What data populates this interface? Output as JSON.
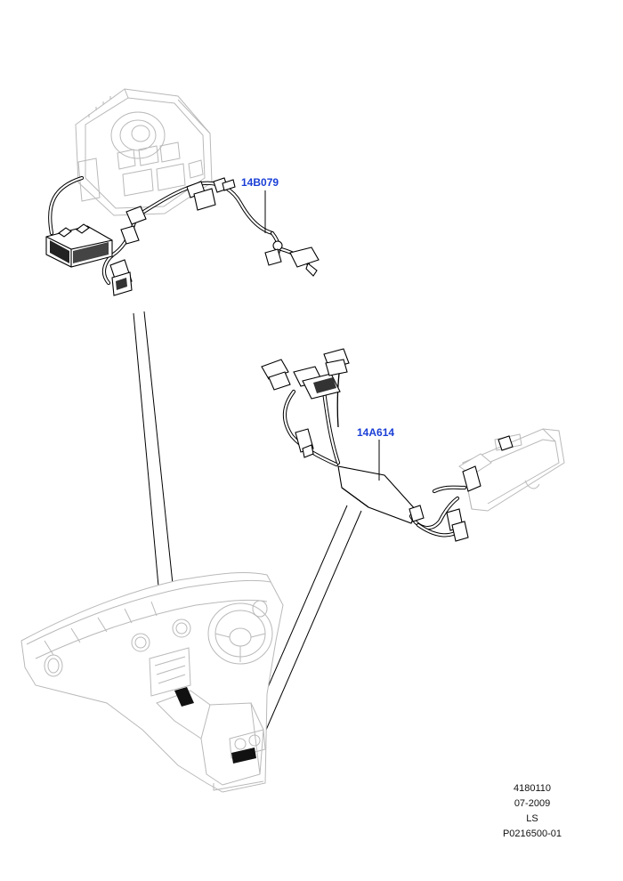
{
  "callouts": {
    "harness_upper": "14B079",
    "harness_lower": "14A614"
  },
  "footer": {
    "ref_number": "4180110",
    "date": "07-2009",
    "model_code": "LS",
    "illustration_id": "P0216500-01"
  },
  "colors": {
    "callout": "#1a3fd6",
    "line_art": "#000000",
    "ghost_art": "#b9b9b9"
  }
}
